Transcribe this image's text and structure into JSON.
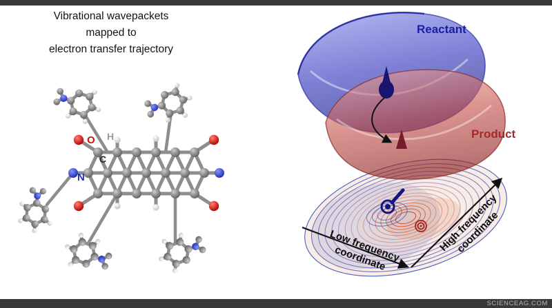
{
  "figure": {
    "left_panel": {
      "caption": "Vibrational wavepackets\nmapped to\nelectron transfer trajectory",
      "atom_labels": {
        "oxygen": "O",
        "hydrogen": "H",
        "carbon": "C",
        "nitrogen": "N"
      }
    },
    "right_panel": {
      "reactant_label": "Reactant",
      "product_label": "Product",
      "x_axis_label": "Low frequency\ncoordinate",
      "y_axis_label": "High frequency\ncoordinate"
    },
    "watermark": "SCIENCEAG.COM",
    "colors": {
      "reactant_blue": "#1c1ca8",
      "product_red": "#a52a2a",
      "oxygen_red": "#d11111",
      "nitrogen_blue": "#2233bb",
      "carbon_gray": "#7d7d7d"
    }
  }
}
